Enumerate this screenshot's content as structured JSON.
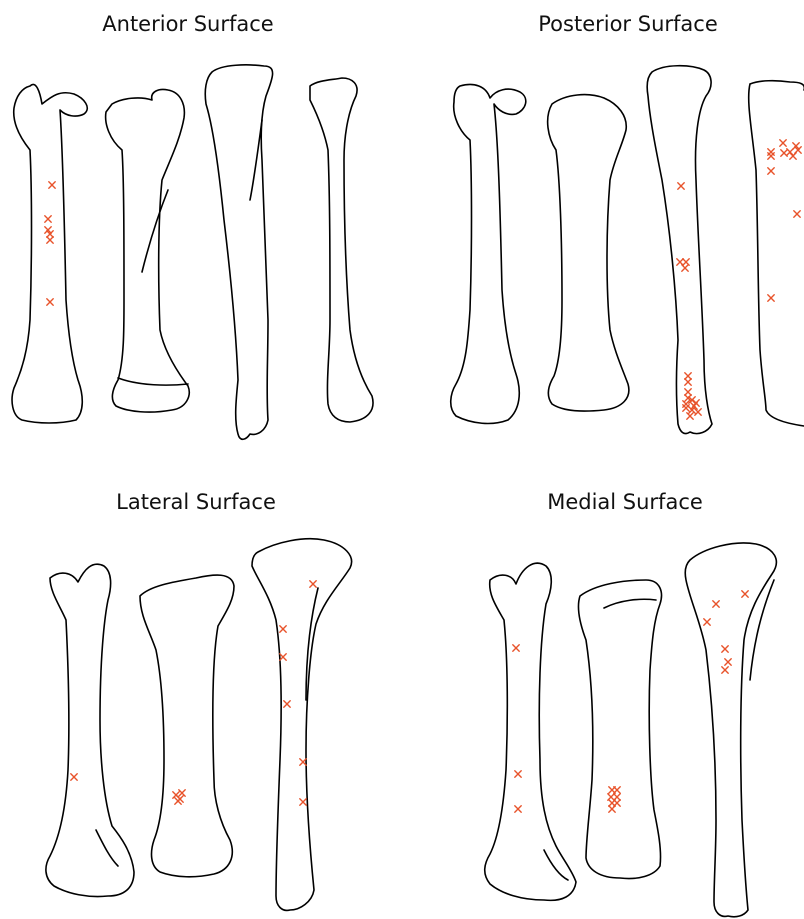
{
  "panels": {
    "anterior": {
      "title": "Anterior Surface"
    },
    "posterior": {
      "title": "Posterior Surface"
    },
    "lateral": {
      "title": "Lateral Surface"
    },
    "medial": {
      "title": "Medial Surface"
    }
  },
  "colors": {
    "outline": "#000000",
    "marker": "#e8532b"
  },
  "marker_symbol": "x",
  "marker_counts": {
    "anterior": 6,
    "posterior": 27,
    "lateral": 11,
    "medial": 16
  }
}
